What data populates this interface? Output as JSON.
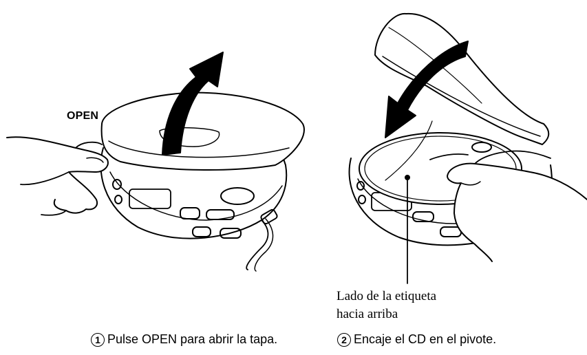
{
  "labels": {
    "open": "OPEN",
    "label_side_line1": "Lado de la etiqueta",
    "label_side_line2": "hacia arriba"
  },
  "steps": [
    {
      "number": "1",
      "text": "Pulse OPEN para abrir la tapa."
    },
    {
      "number": "2",
      "text": "Encaje el CD en el pivote."
    }
  ],
  "icons": [
    "hand-icon",
    "cd-player-icon",
    "up-arrow-icon",
    "down-arrow-icon",
    "compact-disc-icon"
  ],
  "colors": {
    "line": "#000000",
    "background": "#ffffff"
  }
}
